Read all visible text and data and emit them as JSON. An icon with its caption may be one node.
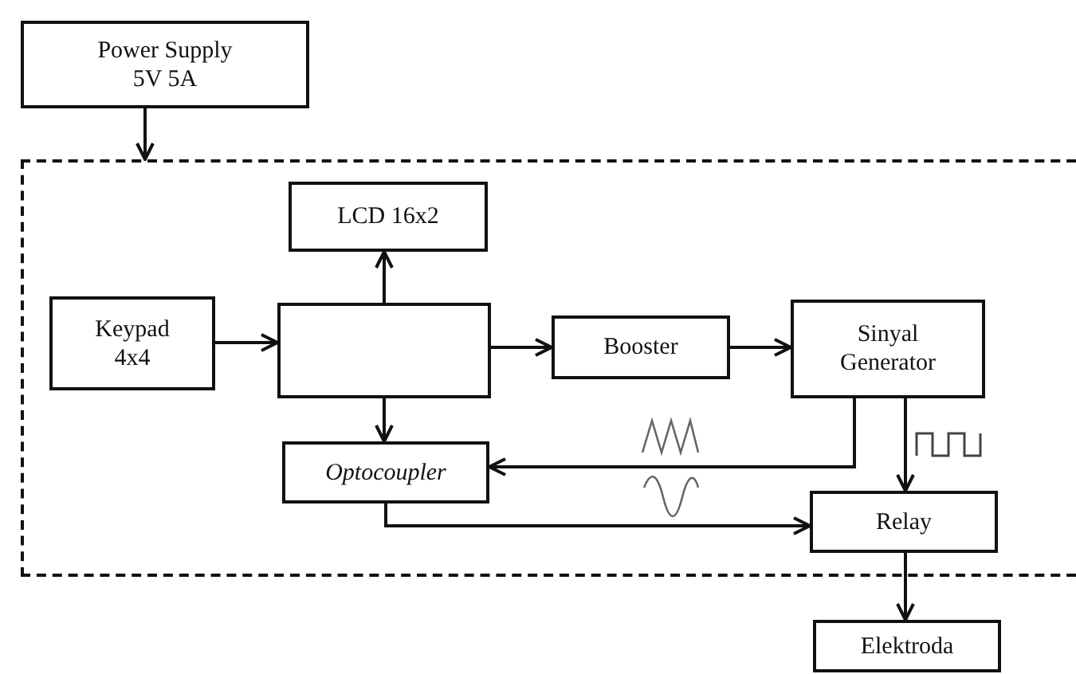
{
  "diagram": {
    "nodes": [
      {
        "text": [
          "Power Supply 5V 5A"
        ]
      },
      {
        "text": [],
        "shape": "box"
      },
      {
        "text": [
          "LCD 16x2"
        ],
        "in": 1
      },
      {
        "text": [
          "Keypad 4x4"
        ],
        "in": 1
      },
      {
        "text": [],
        "shape": "box",
        "in": 1
      },
      {
        "text": [
          "Booster"
        ],
        "in": 1
      },
      {
        "text": [
          "Sinyal Generator"
        ],
        "in": 1
      },
      {
        "text": [
          "Optocoupler"
        ],
        "in": 1
      },
      {
        "text": [
          "Relay"
        ],
        "in": 1
      },
      {
        "text": [
          "Elektroda"
        ]
      }
    ],
    "edges": [
      {
        "from": 0,
        "to": 1,
        "arrow": "to"
      },
      {
        "from": 4,
        "to": 2,
        "arrow": "to"
      },
      {
        "from": 3,
        "to": 4,
        "arrow": "to"
      },
      {
        "from": 4,
        "to": 5,
        "arrow": "to"
      },
      {
        "from": 5,
        "to": 6,
        "arrow": "to"
      },
      {
        "from": 6,
        "to": 7,
        "arrow": "to"
      },
      {
        "from": 4,
        "to": 7,
        "arrow": "to"
      },
      {
        "from": 6,
        "to": 8,
        "arrow": "to"
      },
      {
        "from": 7,
        "to": 8,
        "arrow": "to"
      },
      {
        "from": 8,
        "to": 9,
        "arrow": "to"
      }
    ]
  }
}
